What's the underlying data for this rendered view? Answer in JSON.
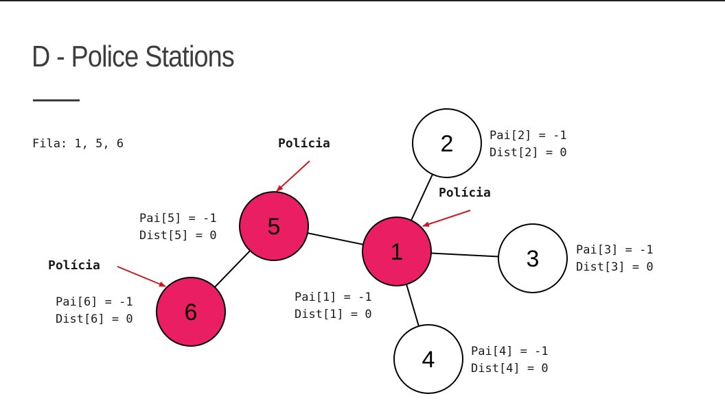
{
  "title": "D - Police Stations",
  "queue_text": "Fila: 1, 5, 6",
  "police_label": "Polícia",
  "colors": {
    "police_node": "#e91e63",
    "normal_node": "#ffffff",
    "arrow": "#cc1818",
    "edge": "#000000",
    "title_text": "#3d3d3d"
  },
  "nodes": [
    {
      "id": "1",
      "police": true,
      "pai": "Pai[1] = -1",
      "dist": "Dist[1] = 0"
    },
    {
      "id": "2",
      "police": false,
      "pai": "Pai[2] = -1",
      "dist": "Dist[2] = 0"
    },
    {
      "id": "3",
      "police": false,
      "pai": "Pai[3] = -1",
      "dist": "Dist[3] = 0"
    },
    {
      "id": "4",
      "police": false,
      "pai": "Pai[4] = -1",
      "dist": "Dist[4] = 0"
    },
    {
      "id": "5",
      "police": true,
      "pai": "Pai[5] = -1",
      "dist": "Dist[5] = 0"
    },
    {
      "id": "6",
      "police": true,
      "pai": "Pai[6] = -1",
      "dist": "Dist[6] = 0"
    }
  ],
  "edges": [
    [
      "1",
      "2"
    ],
    [
      "1",
      "3"
    ],
    [
      "1",
      "4"
    ],
    [
      "1",
      "5"
    ],
    [
      "5",
      "6"
    ]
  ]
}
